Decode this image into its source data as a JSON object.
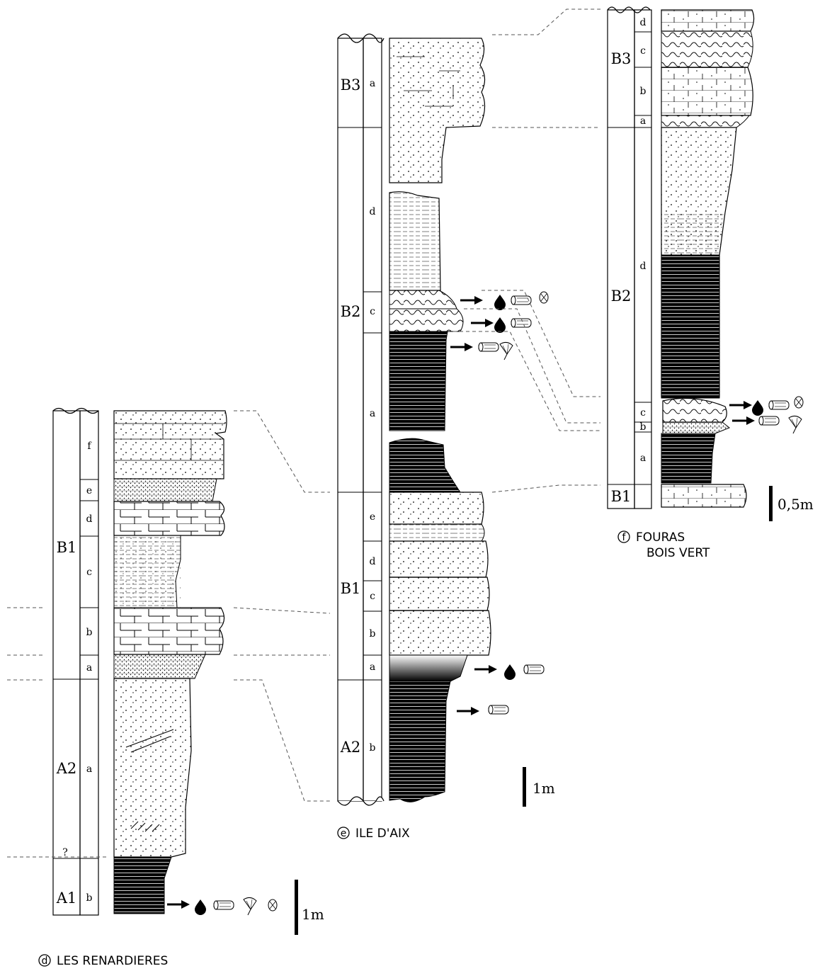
{
  "sections": {
    "renardieres": {
      "letter": "d",
      "name": "LES RENARDIERES",
      "units": [
        "B1",
        "A2",
        "A1"
      ],
      "subunits": [
        "f",
        "e",
        "d",
        "c",
        "b",
        "a",
        "a",
        "b"
      ],
      "uncertain": "?",
      "scale": "1m"
    },
    "aix": {
      "letter": "e",
      "name": "ILE D'AIX",
      "units": [
        "B3",
        "B2",
        "B1",
        "A2"
      ],
      "subunits": [
        "a",
        "d",
        "c",
        "a",
        "e",
        "d",
        "c",
        "b",
        "a",
        "b"
      ],
      "scale": "1m"
    },
    "fouras": {
      "letter": "f",
      "name_line1": "FOURAS",
      "name_line2": "BOIS VERT",
      "units": [
        "B3",
        "B2",
        "B1"
      ],
      "subunits": [
        "d",
        "c",
        "b",
        "a",
        "d",
        "c",
        "b",
        "a"
      ],
      "scale": "0,5m"
    }
  },
  "colors": {
    "ink": "#000000",
    "paper": "#ffffff",
    "dash": "#555555"
  }
}
